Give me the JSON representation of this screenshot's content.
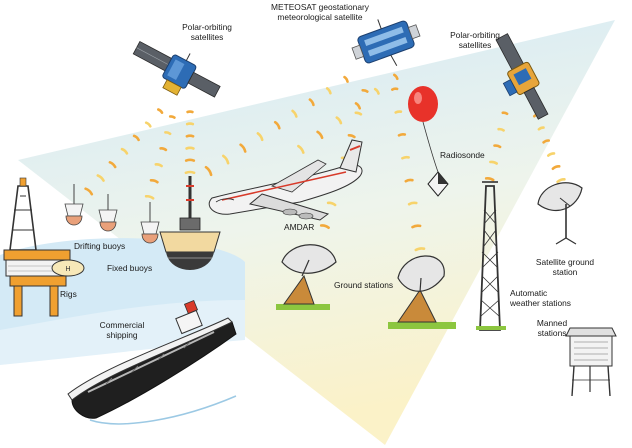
{
  "labels": {
    "polar_left": [
      "Polar-orbiting",
      "satellites"
    ],
    "meteosat": [
      "METEOSAT geostationary",
      "meteorological satellite"
    ],
    "polar_right": [
      "Polar-orbiting",
      "satellites"
    ],
    "radiosonde": "Radiosonde",
    "drifting_buoys": "Drifting buoys",
    "fixed_buoys": "Fixed buoys",
    "rigs": "Rigs",
    "amdar": "AMDAR",
    "ground_stations": "Ground stations",
    "satellite_ground_station": [
      "Satellite ground",
      "station"
    ],
    "automatic_weather_stations": [
      "Automatic",
      "weather stations"
    ],
    "commercial_shipping": [
      "Commercial",
      "shipping"
    ],
    "manned_stations": [
      "Manned",
      "stations"
    ]
  },
  "colors": {
    "triangle_blue": "#dbeef8",
    "triangle_yellow": "#fbf3cf",
    "sea_blue": "#d6ebf6",
    "signal_orange": "#f2a93b",
    "signal_yellow": "#f7d36b",
    "satellite_blue": "#2d6cb5",
    "solar_gray": "#5a5f66",
    "balloon_red": "#e8322a",
    "grass_green": "#8cc63f",
    "ship_black": "#1f1f1f",
    "rig_orange": "#f0a030"
  },
  "icons": [
    "polar-satellite-icon",
    "meteosat-satellite-icon",
    "radiosonde-balloon-icon",
    "aircraft-icon",
    "drifting-buoy-icon",
    "fixed-buoy-icon",
    "oil-rig-icon",
    "ground-station-dish-icon",
    "satellite-ground-station-icon",
    "weather-station-mast-icon",
    "manned-station-icon",
    "ship-icon",
    "signal-wave-icon"
  ]
}
